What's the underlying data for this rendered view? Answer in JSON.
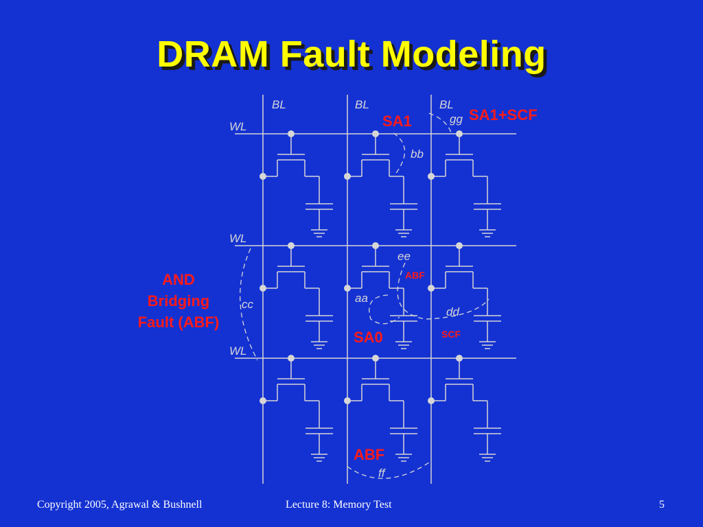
{
  "slide": {
    "title": "DRAM Fault Modeling",
    "footer_left": "Copyright 2005, Agrawal & Bushnell",
    "footer_center": "Lecture 8: Memory Test",
    "page_number": "5"
  },
  "diagram": {
    "bitline_labels": [
      "BL",
      "BL",
      "BL"
    ],
    "wordline_labels": [
      "WL",
      "WL",
      "WL"
    ],
    "node_labels": {
      "aa": "aa",
      "bb": "bb",
      "cc": "cc",
      "dd": "dd",
      "ee": "ee",
      "ff": "ff",
      "gg": "gg"
    },
    "fault_labels": {
      "sa1": "SA1",
      "sa1_scf": "SA1+SCF",
      "abf_small": "ABF",
      "scf": "SCF",
      "sa0": "SA0",
      "abf_bottom": "ABF",
      "and_bridging_line1": "AND",
      "and_bridging_line2": "Bridging",
      "and_bridging_line3": "Fault (ABF)"
    },
    "colors": {
      "background": "#1432d2",
      "title": "#ffff00",
      "fault_label": "#ff1a1a",
      "circuit": "#d6d6d6"
    }
  }
}
